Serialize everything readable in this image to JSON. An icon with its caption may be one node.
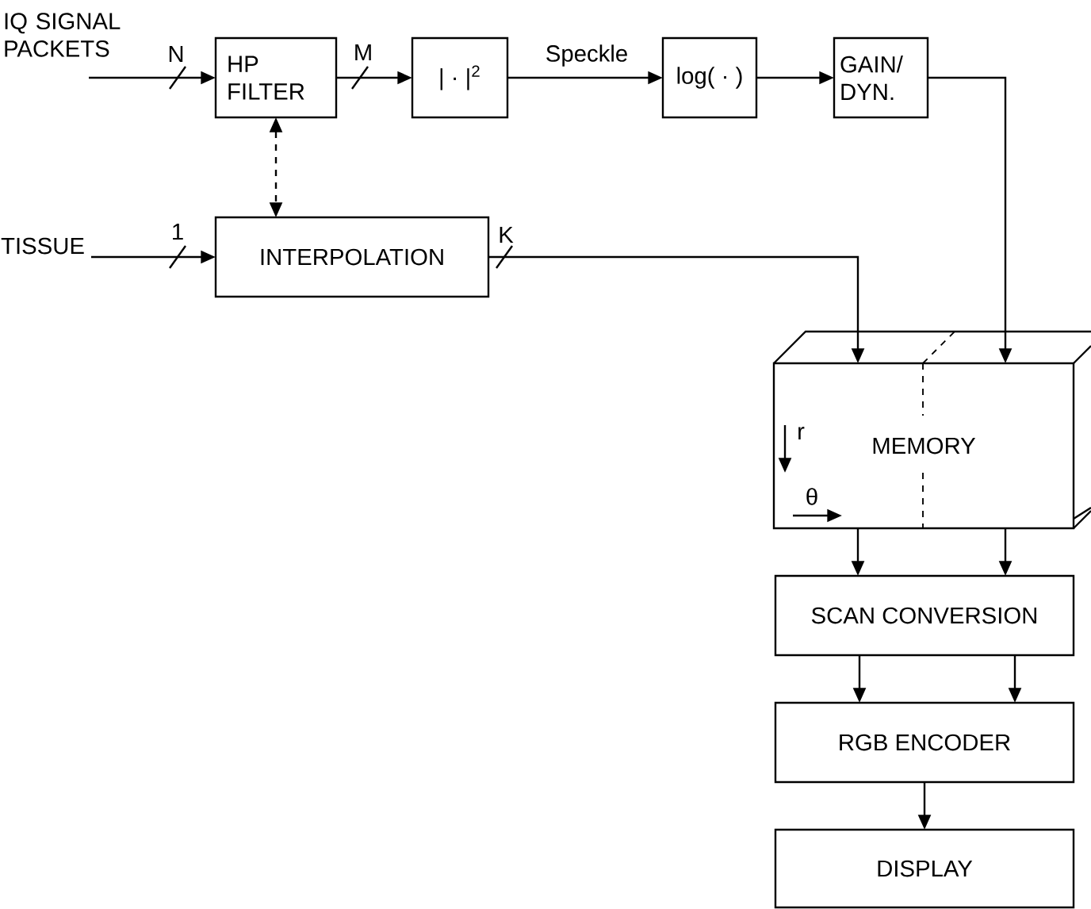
{
  "diagram": {
    "nodes": [
      {
        "text": [
          "IQ SIGNAL PACKETS"
        ]
      },
      {
        "text": [
          "HP FILTER"
        ]
      },
      {
        "text": [
          "| · |$^{2}$"
        ]
      },
      {
        "text": [
          "log( · )"
        ]
      },
      {
        "text": [
          "GAIN/ DYN."
        ]
      },
      {
        "text": [
          "TISSUE"
        ]
      },
      {
        "text": [
          "INTERPOLATION"
        ]
      },
      {
        "text": [
          "MEMORY"
        ]
      },
      {
        "text": [
          "SCAN CONVERSION"
        ]
      },
      {
        "text": [
          "RGB ENCODER"
        ]
      },
      {
        "text": [
          "DISPLAY"
        ]
      }
    ],
    "edges": [
      {
        "from": 0,
        "to": 1,
        "arrow": "to",
        "label": "N"
      },
      {
        "from": 1,
        "to": 2,
        "arrow": "to",
        "label": "M"
      },
      {
        "from": 2,
        "to": 3,
        "arrow": "to",
        "label": "Speckle"
      },
      {
        "from": 3,
        "to": 4,
        "arrow": "to"
      },
      {
        "from": 1,
        "to": 6,
        "arrow": "both",
        "style": "dashed"
      },
      {
        "from": 5,
        "to": 6,
        "arrow": "to",
        "label": "1"
      },
      {
        "from": 6,
        "to": 7,
        "arrow": "to",
        "label": "K"
      },
      {
        "from": 4,
        "to": 7,
        "arrow": "to"
      },
      {
        "from": 7,
        "to": 8,
        "arrow": "to"
      },
      {
        "from": 7,
        "to": 8,
        "arrow": "to"
      },
      {
        "from": 8,
        "to": 9,
        "arrow": "to"
      },
      {
        "from": 8,
        "to": 9,
        "arrow": "to"
      },
      {
        "from": 9,
        "to": 10,
        "arrow": "to"
      }
    ],
    "labels": [
      "r",
      "θ"
    ]
  }
}
